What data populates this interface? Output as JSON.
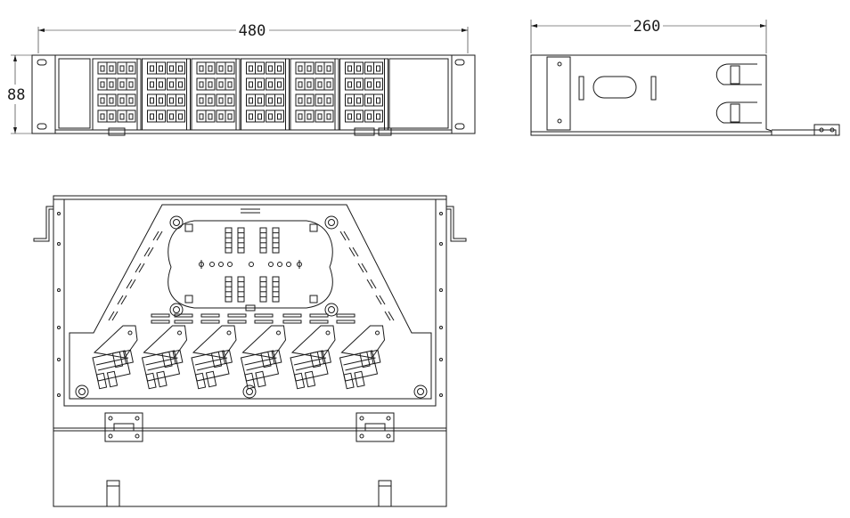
{
  "dimensions": {
    "width": "480",
    "height": "88",
    "depth": "260"
  },
  "views": {
    "front": {
      "module_count": 6,
      "port_rows": 4,
      "ports_per_row": 4
    },
    "side": {},
    "top": {
      "adapter_groups": 6
    }
  }
}
